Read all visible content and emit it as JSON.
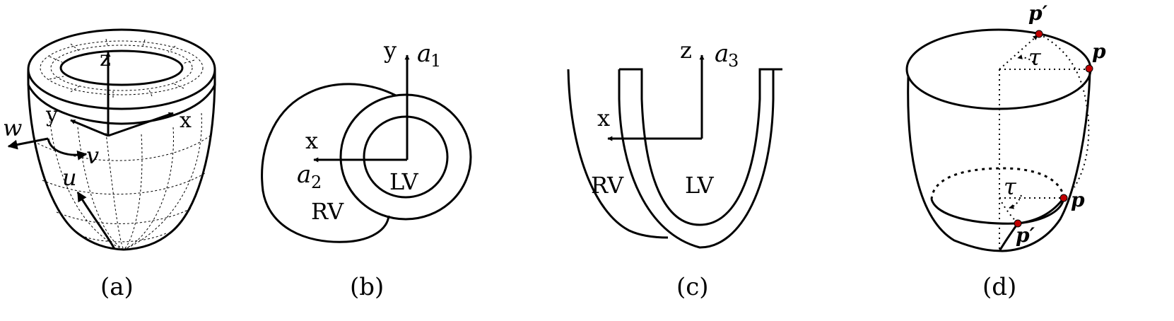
{
  "panels": {
    "a": {
      "caption": "(a)",
      "axis_z": "z",
      "axis_y": "y",
      "axis_x": "x",
      "coord_w": "w",
      "coord_v": "v",
      "coord_u": "u"
    },
    "b": {
      "caption": "(b)",
      "axis_y": "y",
      "axis_a1": "a",
      "axis_a1_sub": "1",
      "axis_x": "x",
      "axis_a2": "a",
      "axis_a2_sub": "2",
      "label_lv": "LV",
      "label_rv": "RV"
    },
    "c": {
      "caption": "(c)",
      "axis_z": "z",
      "axis_a3": "a",
      "axis_a3_sub": "3",
      "axis_x": "x",
      "label_rv": "RV",
      "label_lv": "LV"
    },
    "d": {
      "caption": "(d)",
      "p_prime_top": "p′",
      "p_top": "p",
      "tau_top": "τ",
      "tau_bottom": "τ",
      "p_bottom": "p",
      "p_prime_bottom": "p′"
    }
  },
  "colors": {
    "ink": "#000000",
    "marker": "#c00000"
  }
}
